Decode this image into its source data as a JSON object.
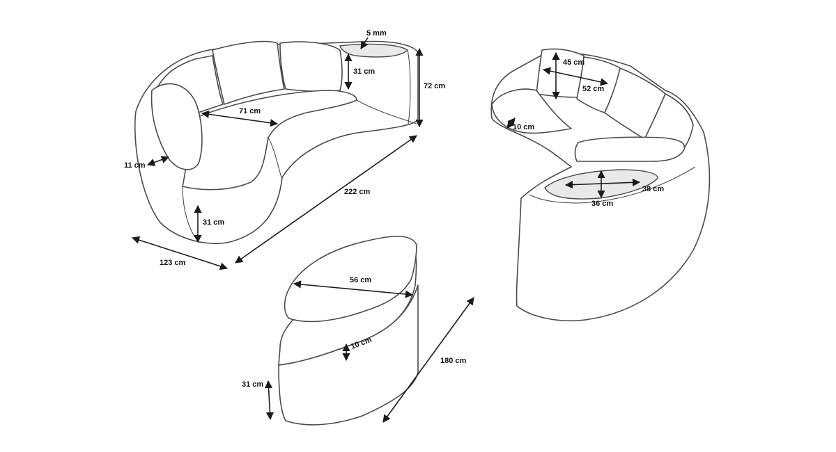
{
  "dimensions": {
    "rim_thickness": "5 mm",
    "armrest_height": "31 cm",
    "back_height": "72 cm",
    "seat_depth_left": "71 cm",
    "armrest_width": "11 cm",
    "seat_height_left": "31 cm",
    "depth": "123 cm",
    "length": "222 cm",
    "cushion_height": "45 cm",
    "cushion_width": "52 cm",
    "seat_thickness": "10 cm",
    "tray_depth": "36 cm",
    "tray_length": "38 cm",
    "ottoman_length": "56 cm",
    "ottoman_cushion": "10 cm",
    "ottoman_height": "31 cm",
    "ottoman_span": "180 cm"
  }
}
